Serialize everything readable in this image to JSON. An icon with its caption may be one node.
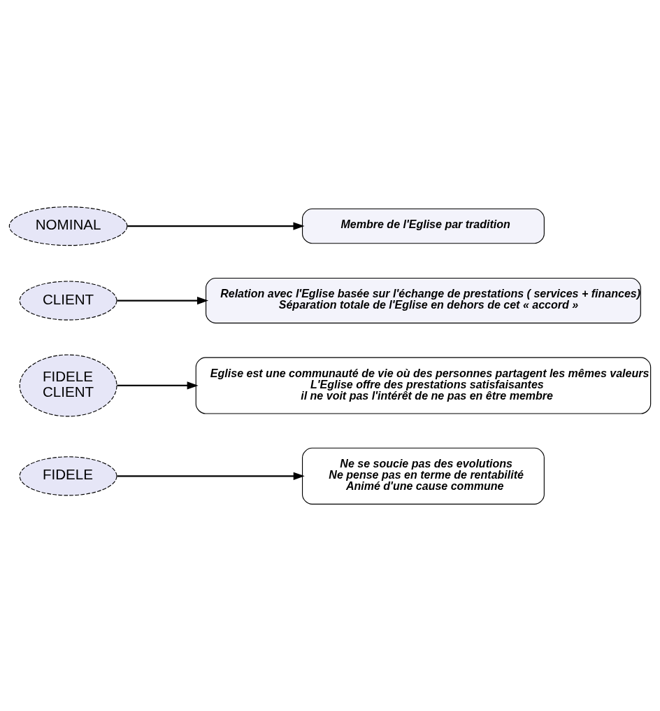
{
  "diagram": {
    "nodes": [
      {
        "text": [
          "FIDELE"
        ]
      },
      {
        "text": [
          "Ne se soucie pas des evolutions",
          "Ne pense pas en terme de rentabilité",
          "Animé d'une cause commune"
        ]
      },
      {
        "text": [
          "FIDELE CLIENT"
        ]
      },
      {
        "text": [
          "Eglise est une communauté de vie où des personnes partagent les mêmes valeurs",
          "L'Eglise offre des prestations satisfaisantes",
          "il ne voit pas l'intérêt de ne pas en être membre"
        ]
      },
      {
        "text": [
          "CLIENT"
        ]
      },
      {
        "text": [
          "Relation avec l'Eglise basée sur l'échange de prestations ( services + finances)",
          "Séparation totale de l'Eglise en dehors de cet « accord »"
        ]
      },
      {
        "text": [
          "NOMINAL"
        ]
      },
      {
        "text": [
          "Membre de l'Eglise par tradition"
        ]
      }
    ],
    "edges": [
      {
        "from": 0,
        "to": 1,
        "arrow": "to"
      },
      {
        "from": 2,
        "to": 3,
        "arrow": "to"
      },
      {
        "from": 4,
        "to": 5,
        "arrow": "to"
      },
      {
        "from": 6,
        "to": 7,
        "arrow": "to"
      }
    ]
  }
}
